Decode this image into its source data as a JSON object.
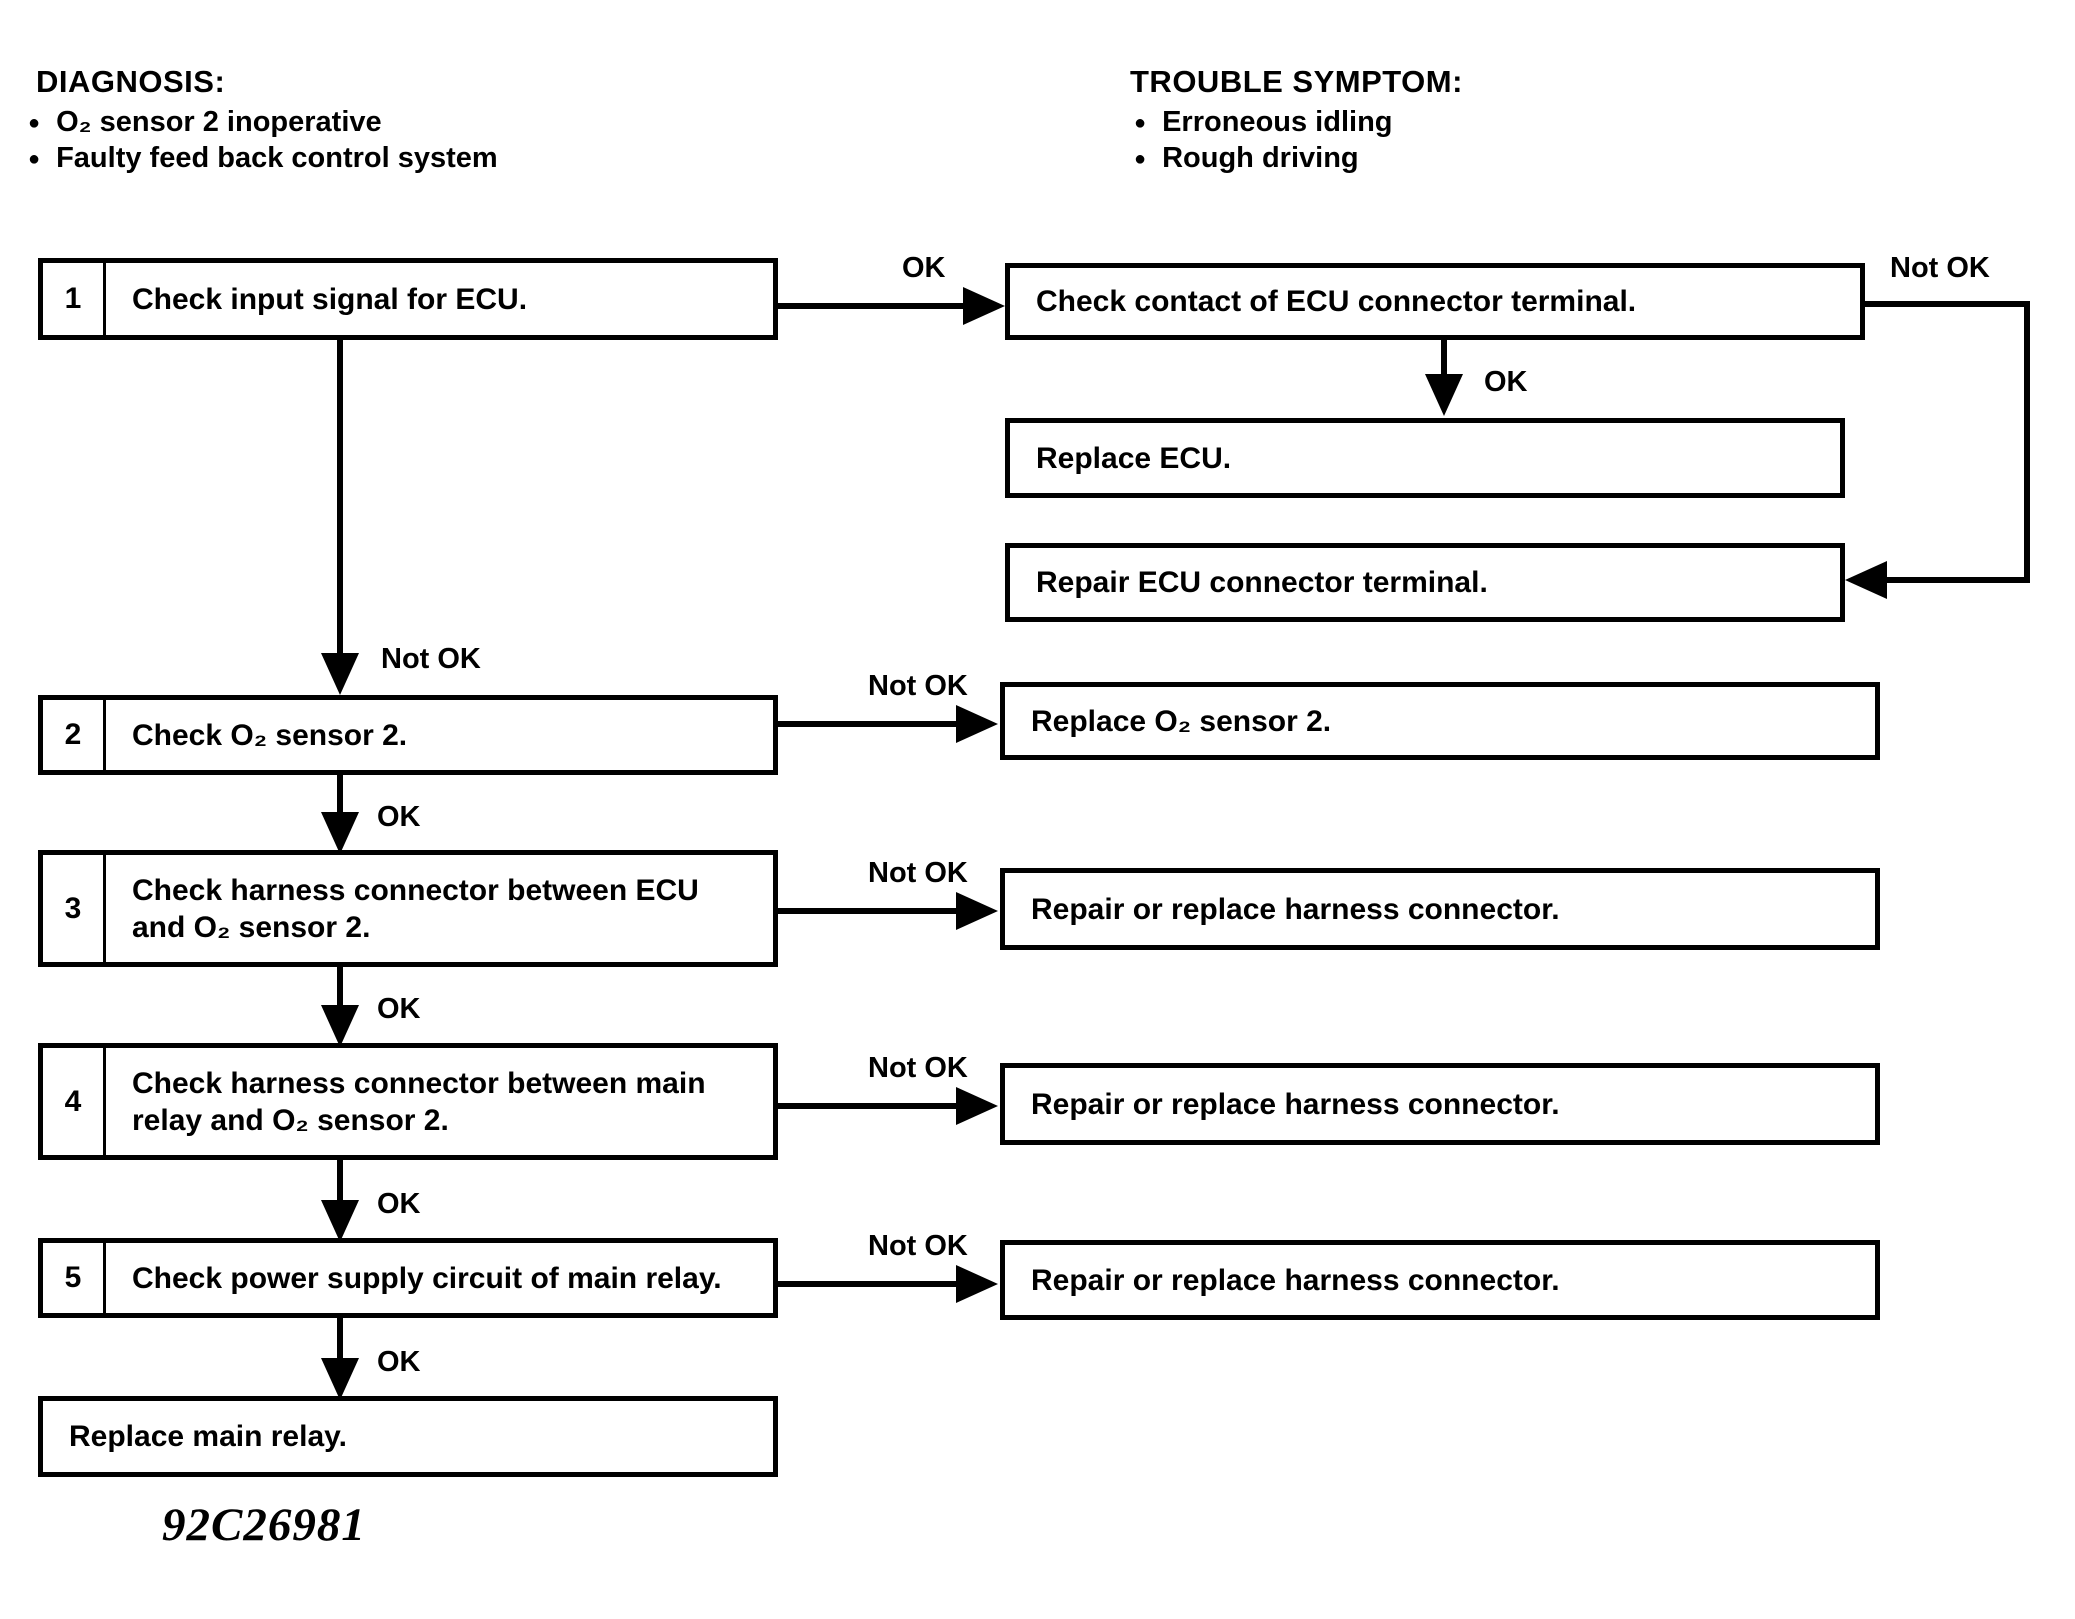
{
  "header": {
    "diagnosis": {
      "title": "DIAGNOSIS:",
      "items": [
        "O₂ sensor 2 inoperative",
        "Faulty feed back control system"
      ]
    },
    "trouble_symptom": {
      "title": "TROUBLE SYMPTOM:",
      "items": [
        "Erroneous idling",
        "Rough driving"
      ]
    }
  },
  "labels": {
    "ok": "OK",
    "not_ok": "Not OK",
    "bullet": "●"
  },
  "steps": {
    "s1": {
      "num": "1",
      "text": "Check input signal for ECU."
    },
    "s2": {
      "num": "2",
      "text": "Check O₂ sensor 2."
    },
    "s3": {
      "num": "3",
      "text": "Check harness connector between ECU and O₂ sensor 2."
    },
    "s4": {
      "num": "4",
      "text": "Check harness connector between main relay and O₂ sensor 2."
    },
    "s5": {
      "num": "5",
      "text": "Check power supply circuit of main relay."
    }
  },
  "results": {
    "check_contact": "Check contact of ECU connector terminal.",
    "replace_ecu": "Replace ECU.",
    "repair_ecu_terminal": "Repair ECU connector terminal.",
    "replace_o2_sensor": "Replace O₂ sensor 2.",
    "repair_harness_row3": "Repair or replace harness connector.",
    "repair_harness_row4": "Repair or replace harness connector.",
    "repair_harness_row5": "Repair or replace harness connector.",
    "replace_main_relay": "Replace main relay."
  },
  "caption": "92C26981",
  "colors": {
    "ink": "#000000",
    "paper": "#ffffff"
  }
}
